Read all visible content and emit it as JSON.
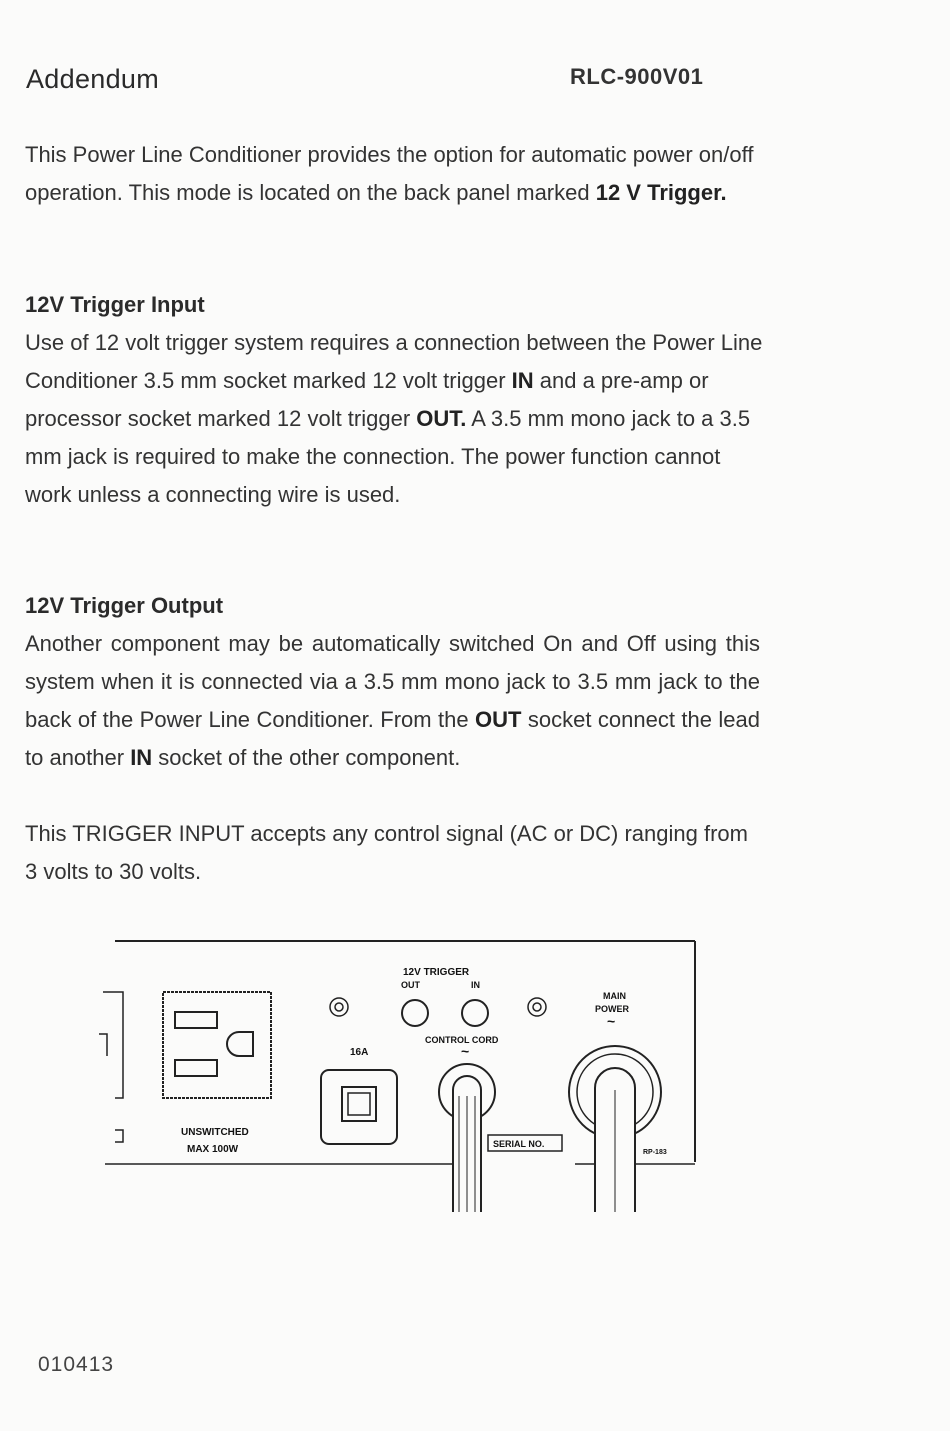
{
  "header": {
    "title": "Addendum",
    "model": "RLC-900V01"
  },
  "intro": {
    "text_a": "This Power Line Conditioner provides the option for automatic power on/off operation. This mode is located on the back panel marked ",
    "bold_a": "12 V Trigger."
  },
  "section_input": {
    "heading": "12V Trigger Input",
    "text_a": "Use of 12 volt trigger system requires a connection between the Power Line Conditioner 3.5 mm socket marked 12 volt trigger ",
    "bold_a": "IN",
    "text_b": " and a pre-amp or processor socket marked 12 volt trigger ",
    "bold_b": "OUT.",
    "text_c": " A 3.5 mm mono jack to a 3.5 mm jack is required to make the connection. The power function cannot work unless a connecting wire is used."
  },
  "section_output": {
    "heading": "12V Trigger Output",
    "text_a": "Another component may be automatically switched On and Off using this system when it is connected via a 3.5 mm mono jack to 3.5 mm jack to the back of the Power Line Conditioner. From the ",
    "bold_a": "OUT",
    "text_b": " socket connect the lead to another ",
    "bold_b": "IN",
    "text_c": " socket of the other component.",
    "text_d": "This TRIGGER INPUT accepts any control signal (AC or DC) ranging from 3 volts to 30 volts."
  },
  "diagram": {
    "trigger_label": "12V TRIGGER",
    "out_label": "OUT",
    "in_label": "IN",
    "main_power_line1": "MAIN",
    "main_power_line2": "POWER",
    "control_cord": "CONTROL CORD",
    "fuse_label": "16A",
    "tilde": "~",
    "unswitched": "UNSWITCHED",
    "max": "MAX 100W",
    "serial": "SERIAL NO.",
    "model_small": "RP-183"
  },
  "footer": {
    "code": "010413"
  }
}
